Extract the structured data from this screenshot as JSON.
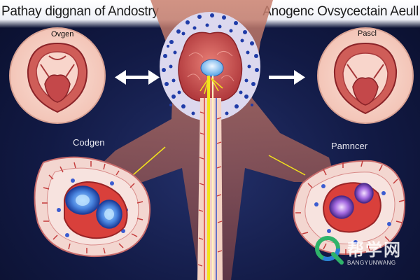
{
  "titles": {
    "left": "Pathay diggnan of Andostry",
    "right": "Anogenc Ovsycectain Aeull"
  },
  "labels": {
    "top_left_circle": "Ovgen",
    "top_right_circle": "Pascl",
    "bottom_left": "Codgen",
    "bottom_right": "Pamncer"
  },
  "watermark": {
    "main": "帮学网",
    "sub": "BANGYUNWANG"
  },
  "colors": {
    "background": "#121a45",
    "tissue": "#f3c6bb",
    "organ": "#c4484a",
    "cell_blue": "#1f3ca8",
    "nerve": "#f2e21c"
  },
  "icons": [
    "arrow-left-right-icon",
    "arrow-right-icon",
    "q-logo-icon"
  ]
}
